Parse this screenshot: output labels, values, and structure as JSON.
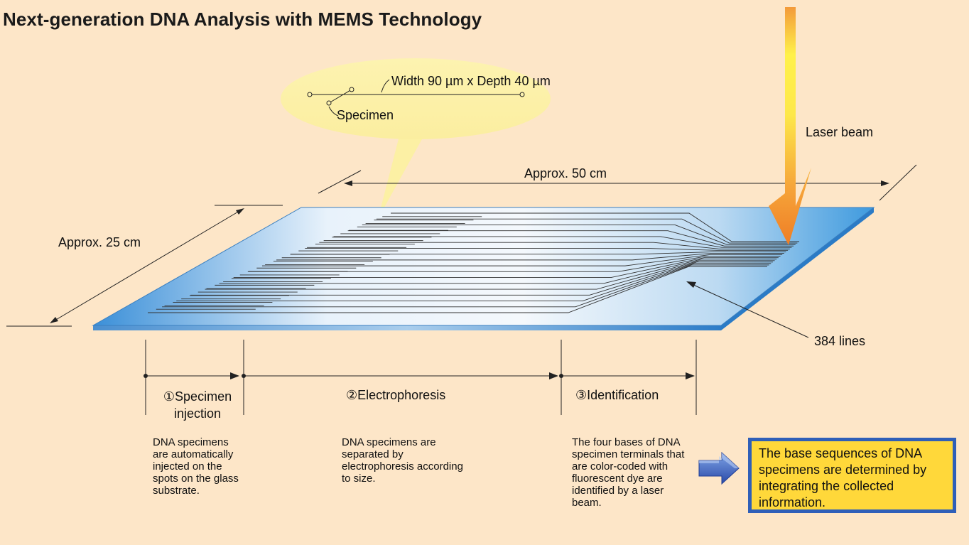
{
  "title": "Next-generation DNA Analysis with MEMS Technology",
  "callout": {
    "dimension": "Width 90 µm x Depth 40 µm",
    "specimen": "Specimen"
  },
  "labels": {
    "laser_beam": "Laser beam",
    "length": "Approx. 50 cm",
    "width": "Approx. 25 cm",
    "lines": "384 lines"
  },
  "stages": [
    {
      "name": "①Specimen injection",
      "description": "DNA specimens are automatically injected on the spots on the glass substrate."
    },
    {
      "name": "②Electrophoresis",
      "description": "DNA specimens are separated by electrophoresis according to size."
    },
    {
      "name": "③Identification",
      "description": "The four bases of DNA specimen terminals that are color-coded with fluorescent dye are identified by a laser beam."
    }
  ],
  "result": "The base sequences of DNA specimens are determined by integrating the collected information.",
  "colors": {
    "background": "#fde6c8",
    "plate": "#4a9ee0",
    "laser": "#f08a2c",
    "result_box": "#ffd83a",
    "result_border": "#2f5fb8"
  }
}
